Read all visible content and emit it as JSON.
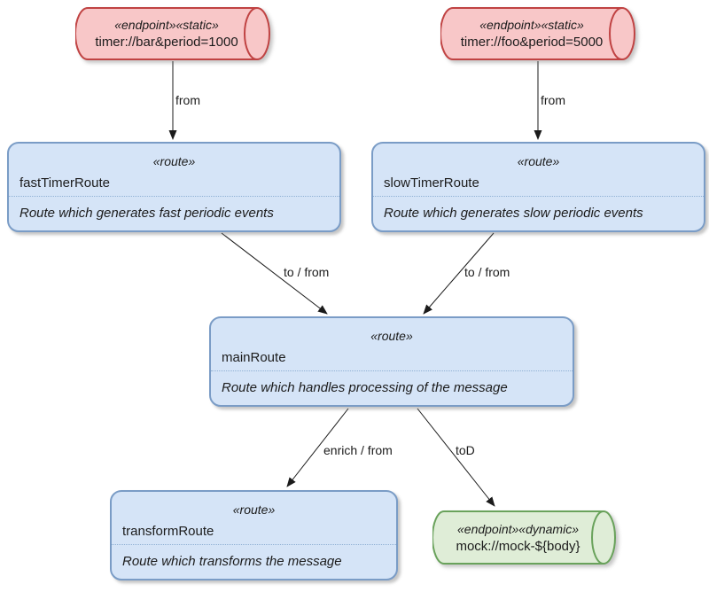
{
  "diagram": {
    "nodes": {
      "endpoint_bar": {
        "stereotype": "«endpoint»«static»",
        "label": "timer://bar&period=1000"
      },
      "endpoint_foo": {
        "stereotype": "«endpoint»«static»",
        "label": "timer://foo&period=5000"
      },
      "fast_timer_route": {
        "stereotype": "«route»",
        "name": "fastTimerRoute",
        "description": "Route which generates fast periodic events"
      },
      "slow_timer_route": {
        "stereotype": "«route»",
        "name": "slowTimerRoute",
        "description": "Route which generates slow periodic events"
      },
      "main_route": {
        "stereotype": "«route»",
        "name": "mainRoute",
        "description": "Route which handles processing of the message"
      },
      "transform_route": {
        "stereotype": "«route»",
        "name": "transformRoute",
        "description": "Route which transforms the message"
      },
      "endpoint_mock": {
        "stereotype": "«endpoint»«dynamic»",
        "label": "mock://mock-${body}"
      }
    },
    "edges": {
      "bar_to_fast": {
        "label": "from"
      },
      "foo_to_slow": {
        "label": "from"
      },
      "fast_to_main": {
        "label": "to / from"
      },
      "slow_to_main": {
        "label": "to / from"
      },
      "main_to_transform": {
        "label": "enrich / from"
      },
      "main_to_mock": {
        "label": "toD"
      }
    },
    "colors": {
      "endpoint_static_fill": "#F8C7C8",
      "endpoint_static_stroke": "#C04343",
      "route_fill": "#D5E4F7",
      "route_stroke": "#7A9CC6",
      "endpoint_dynamic_fill": "#DFEDD7",
      "endpoint_dynamic_stroke": "#69A25B",
      "edge_color": "#1b1b1b"
    }
  }
}
